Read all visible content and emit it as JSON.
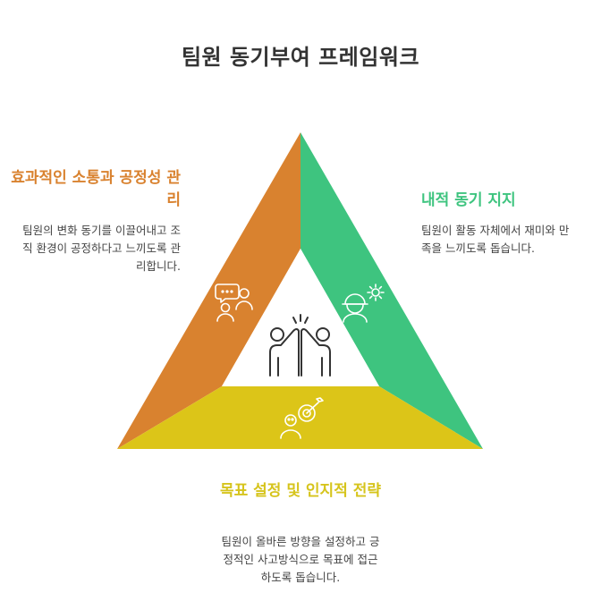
{
  "title": "팀원 동기부여 프레임워크",
  "segments": [
    {
      "id": "left",
      "heading": "효과적인 소통과 공정성 관리",
      "description": "팀원의 변화 동기를 이끌어내고 조직 환경이 공정하다고 느끼도록 관리합니다.",
      "color": "#d9822f",
      "icon": "communication-people-icon"
    },
    {
      "id": "right",
      "heading": "내적 동기 지지",
      "description": "팀원이 활동 자체에서 재미와 만족을 느끼도록 돕습니다.",
      "color": "#3ec47f",
      "icon": "worker-gear-icon"
    },
    {
      "id": "bottom",
      "heading": "목표 설정 및 인지적 전략",
      "description": "팀원이 올바른 방향을 설정하고 긍정적인 사고방식으로 목표에 접근하도록 돕습니다.",
      "color": "#d6c41c",
      "icon": "person-target-icon"
    }
  ],
  "center_icon": "high-five-icon"
}
